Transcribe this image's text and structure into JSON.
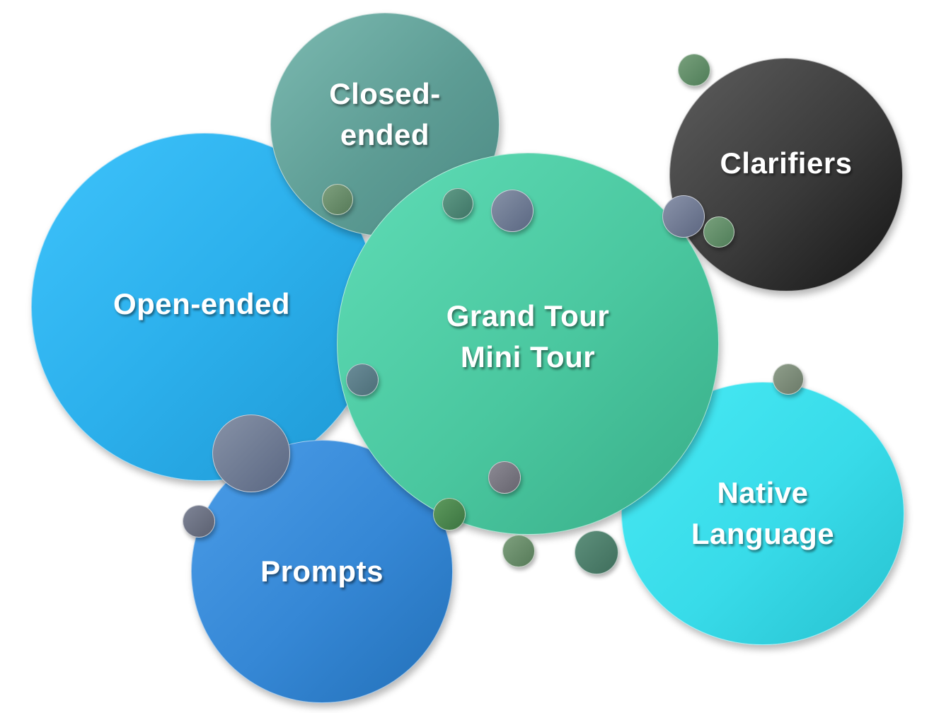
{
  "diagram": {
    "bubbles": {
      "closed_ended": {
        "line1": "Closed-",
        "line2": "ended",
        "color": "#5f9e96"
      },
      "clarifiers": {
        "label": "Clarifiers",
        "color": "#2b2b2b"
      },
      "open_ended": {
        "label": "Open-ended",
        "color": "#2eaee8"
      },
      "grand_tour": {
        "line1": "Grand Tour",
        "line2": "Mini Tour",
        "color": "#4ac79f"
      },
      "native_language": {
        "line1": "Native",
        "line2": "Language",
        "color": "#34dbe8"
      },
      "prompts": {
        "label": "Prompts",
        "color": "#3283d0"
      }
    }
  }
}
